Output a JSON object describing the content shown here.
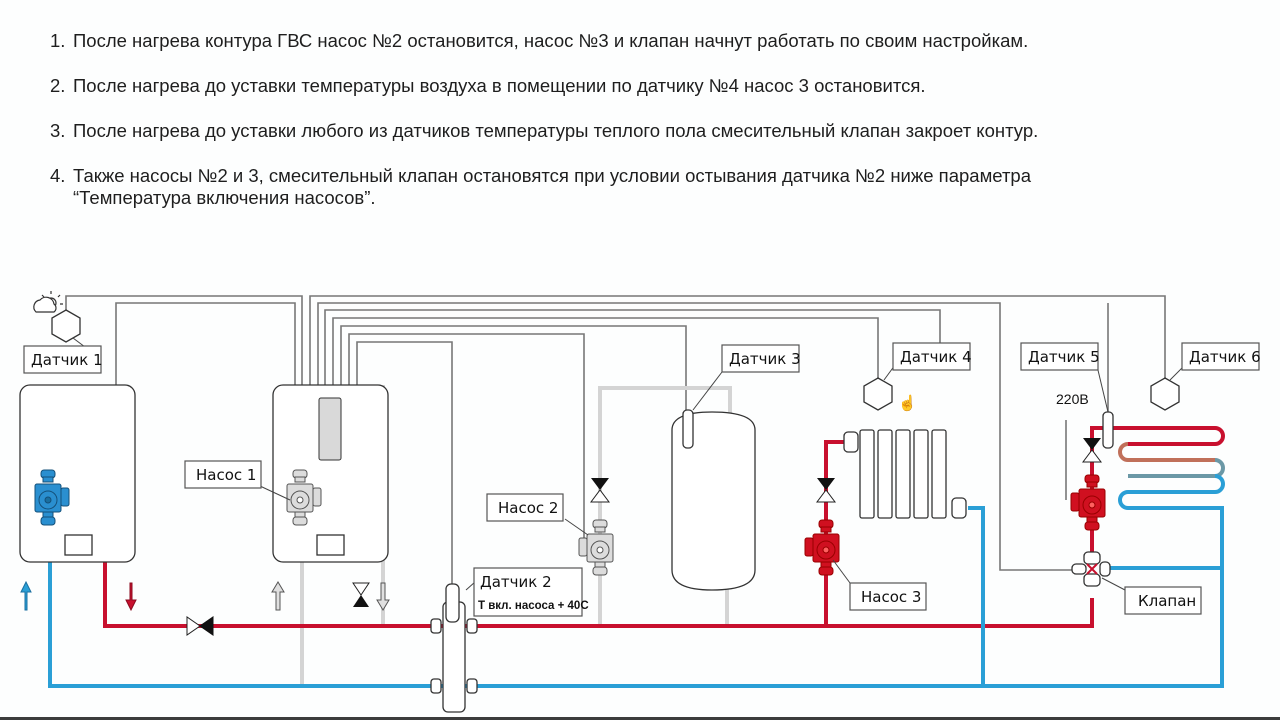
{
  "notes": [
    {
      "num": "1.",
      "text": "После нагрева контура ГВС насос №2 остановится, насос №3 и клапан начнут работать по своим  настройкам."
    },
    {
      "num": "2.",
      "text": "После нагрева до уставки температуры воздуха в помещении по датчику №4 насос 3 остановится."
    },
    {
      "num": "3.",
      "text": "После нагрева до уставки любого из датчиков температуры теплого пола смесительный клапан закроет контур."
    },
    {
      "num": "4.",
      "text": "Также насосы №2 и 3, смесительный клапан остановятся при условии остывания датчика №2 ниже параметра “Температура включения насосов”."
    }
  ],
  "diagram": {
    "labels": {
      "sensor1": "Датчик 1",
      "sensor2": "Датчик 2",
      "sensor2_note": "Т вкл. насоса + 40С",
      "sensor3": "Датчик 3",
      "sensor4": "Датчик 4",
      "sensor5": "Датчик 5",
      "sensor6": "Датчик 6",
      "pump1": "Насос 1",
      "pump2": "Насос 2",
      "pump3": "Насос 3",
      "valve": "Клапан",
      "voltage": "220В"
    },
    "colors": {
      "hot": "#c8102e",
      "cold": "#2a9fd6",
      "inactive": "#d4d4d4",
      "wire": "#777777"
    },
    "icons": [
      "weather-sun-cloud-icon",
      "hand-touch-icon"
    ]
  }
}
